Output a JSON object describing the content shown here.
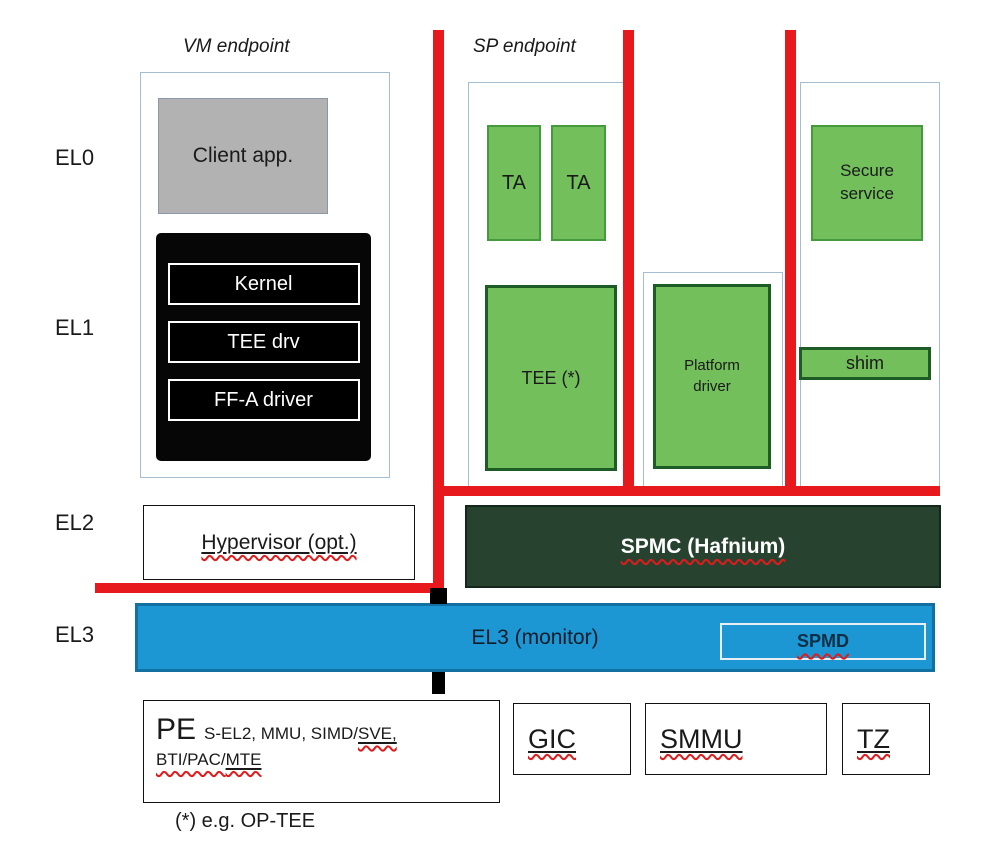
{
  "el_labels": {
    "el0": "EL0",
    "el1": "EL1",
    "el2": "EL2",
    "el3": "EL3"
  },
  "headers": {
    "vm_endpoint": "VM endpoint",
    "sp_endpoint": "SP endpoint"
  },
  "vm": {
    "client_app": "Client app.",
    "kernel_stack": [
      "Kernel",
      "TEE drv",
      "FF-A driver"
    ],
    "hypervisor": "Hypervisor (opt.)"
  },
  "sp": {
    "ta_left": "TA",
    "ta_right": "TA",
    "tee": "TEE (*)",
    "platform_driver": "Platform driver",
    "secure_service": "Secure service",
    "shim": "shim"
  },
  "firmware": {
    "spmc": "SPMC (Hafnium)",
    "el3_monitor": "EL3 (monitor)",
    "spmd": "SPMD"
  },
  "hardware": {
    "pe_title": "PE",
    "pe_features_1": "S-EL2, MMU, SIMD/",
    "pe_features_sve": "SVE,",
    "pe_features_2": "BTI/PAC/",
    "pe_features_mte": "MTE",
    "gic": "GIC",
    "smmu": "SMMU",
    "tz": "TZ"
  },
  "footnote": "(*) e.g. OP-TEE",
  "colors": {
    "green_fill": "#72bf5c",
    "green_border_thin": "#459a3e",
    "green_border_thick": "#1e5c26",
    "spmc_fill": "#27432f",
    "el3_fill": "#1c97d4",
    "red_line": "#e8191d",
    "client_gray": "#b2b2b2"
  }
}
